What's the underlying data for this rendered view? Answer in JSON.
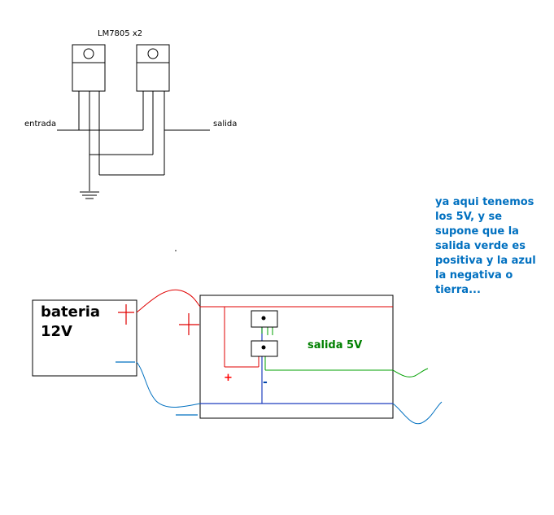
{
  "schematic": {
    "title": "LM7805 x2",
    "input_label": "entrada",
    "output_label": "salida"
  },
  "battery": {
    "label_line1": "bateria",
    "label_line2": "12V",
    "plus_sign": "+",
    "minus_sign": "—"
  },
  "board": {
    "plus_sign": "+",
    "minus_sign": "-",
    "output_label": "salida 5V"
  },
  "note": {
    "lines": [
      "ya aqui tenemos",
      "los 5V, y se",
      "supone que la",
      "salida verde es",
      "positiva y la azul",
      "la negativa o",
      "tierra..."
    ]
  },
  "colors": {
    "positive_wire": "#e00000",
    "negative_wire": "#1f3fbf",
    "output_wire": "#00a000",
    "note_text": "#0070c0"
  }
}
